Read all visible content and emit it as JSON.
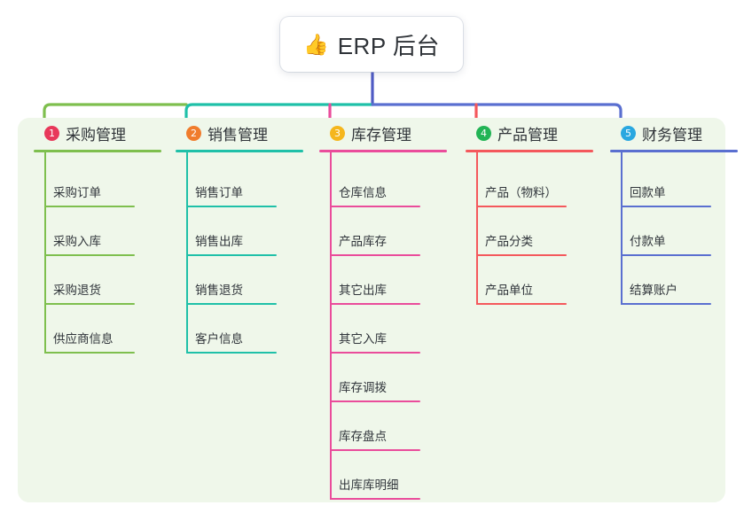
{
  "root": {
    "icon": "thumbs-up-icon",
    "emoji": "👍",
    "title": "ERP 后台"
  },
  "palette": {
    "canvas": "#ffffff",
    "panel_bg": "#eff7ea",
    "text": "#2f3338",
    "root_stem": "#4f5bc4"
  },
  "columns": [
    {
      "index": "1",
      "title": "采购管理",
      "badge_color": "#e8385a",
      "line_color": "#7ebf4e",
      "items": [
        "采购订单",
        "采购入库",
        "采购退货",
        "供应商信息"
      ]
    },
    {
      "index": "2",
      "title": "销售管理",
      "badge_color": "#f07c2c",
      "line_color": "#1fc0a8",
      "items": [
        "销售订单",
        "销售出库",
        "销售退货",
        "客户信息"
      ]
    },
    {
      "index": "3",
      "title": "库存管理",
      "badge_color": "#f5b61d",
      "line_color": "#ea4c9b",
      "items": [
        "仓库信息",
        "产品库存",
        "其它出库",
        "其它入库",
        "库存调拨",
        "库存盘点",
        "出库库明细"
      ]
    },
    {
      "index": "4",
      "title": "产品管理",
      "badge_color": "#22b455",
      "line_color": "#f4585c",
      "items": [
        "产品（物料）",
        "产品分类",
        "产品单位"
      ]
    },
    {
      "index": "5",
      "title": "财务管理",
      "badge_color": "#29a7e0",
      "line_color": "#5a6fd0",
      "items": [
        "回款单",
        "付款单",
        "结算账户"
      ]
    }
  ]
}
